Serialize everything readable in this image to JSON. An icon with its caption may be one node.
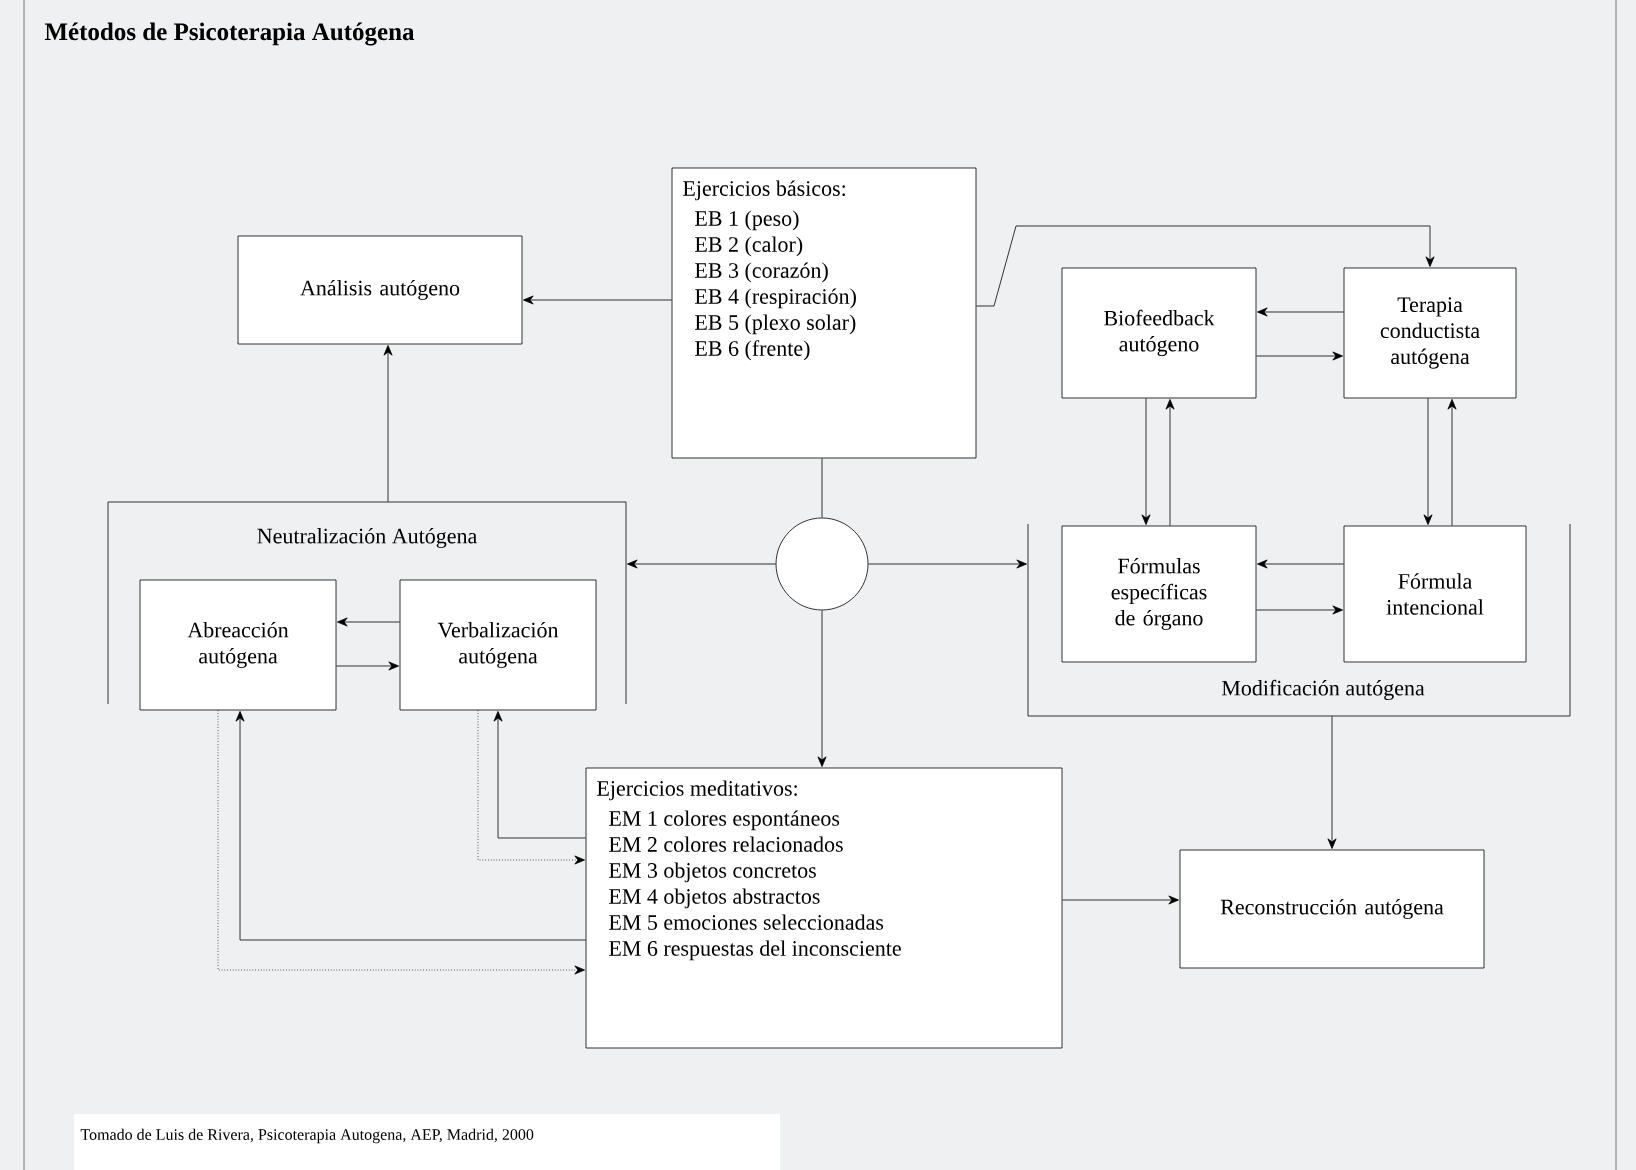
{
  "diagram": {
    "title": "Métodos de Psicoterapia Autógena",
    "caption": "Tomado de Luis de Rivera, Psicoterapia Autogena, AEP, Madrid, 2000",
    "nodes": [
      {
        "text": [
          "Ejercicios básicos:",
          "EB 1 (peso)",
          "EB 2 (calor)",
          "EB 3 (corazón)",
          "EB 4 (respiración)",
          "EB 5 (plexo solar)",
          "EB 6 (frente)"
        ]
      },
      {
        "text": [
          "Análisis autógeno"
        ]
      },
      {
        "text": [
          "Neutralización Autógena"
        ]
      },
      {
        "text": [
          "Abreacción autógena"
        ],
        "in": 2
      },
      {
        "text": [
          "Verbalización autógena"
        ],
        "in": 2
      },
      {
        "text": [],
        "shape": "circle"
      },
      {
        "text": [
          "Modificación autógena"
        ]
      },
      {
        "text": [
          "Biofeedback autógeno"
        ]
      },
      {
        "text": [
          "Terapia conductista autógena"
        ]
      },
      {
        "text": [
          "Fórmulas específicas de órgano"
        ],
        "in": 6
      },
      {
        "text": [
          "Fórmula intencional"
        ],
        "in": 6
      },
      {
        "text": [
          "Ejercicios meditativos:",
          "EM 1 colores espontáneos",
          "EM 2 colores relacionados",
          "EM 3 objetos concretos",
          "EM 4 objetos abstractos",
          "EM 5 emociones seleccionadas",
          "EM 6 respuestas del inconsciente"
        ]
      },
      {
        "text": [
          "Reconstrucción autógena"
        ]
      }
    ],
    "edges": [
      {
        "from": 0,
        "to": 1,
        "arrow": "to"
      },
      {
        "from": 0,
        "to": 8,
        "arrow": "to"
      },
      {
        "from": 0,
        "to": 5,
        "arrow": "none"
      },
      {
        "from": 5,
        "to": 2,
        "arrow": "to"
      },
      {
        "from": 5,
        "to": 6,
        "arrow": "to"
      },
      {
        "from": 5,
        "to": 11,
        "arrow": "to"
      },
      {
        "from": 2,
        "to": 1,
        "arrow": "to"
      },
      {
        "from": 4,
        "to": 3,
        "arrow": "to"
      },
      {
        "from": 3,
        "to": 4,
        "arrow": "to"
      },
      {
        "from": 8,
        "to": 7,
        "arrow": "to"
      },
      {
        "from": 7,
        "to": 8,
        "arrow": "to"
      },
      {
        "from": 7,
        "to": 9,
        "arrow": "to"
      },
      {
        "from": 9,
        "to": 7,
        "arrow": "to"
      },
      {
        "from": 8,
        "to": 10,
        "arrow": "to"
      },
      {
        "from": 10,
        "to": 8,
        "arrow": "to"
      },
      {
        "from": 10,
        "to": 9,
        "arrow": "to"
      },
      {
        "from": 9,
        "to": 10,
        "arrow": "to"
      },
      {
        "from": 6,
        "to": 12,
        "arrow": "to"
      },
      {
        "from": 11,
        "to": 12,
        "arrow": "to"
      },
      {
        "from": 11,
        "to": 4,
        "arrow": "to"
      },
      {
        "from": 4,
        "to": 11,
        "arrow": "to",
        "style": "dashed"
      },
      {
        "from": 11,
        "to": 3,
        "arrow": "to"
      },
      {
        "from": 3,
        "to": 11,
        "arrow": "to",
        "style": "dashed"
      }
    ]
  }
}
